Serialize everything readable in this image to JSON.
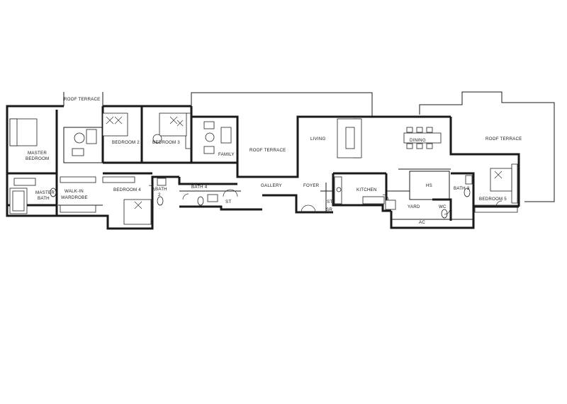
{
  "rooms": {
    "roof_terrace_top": "ROOF TERRACE",
    "roof_terrace_mid": "ROOF TERRACE",
    "roof_terrace_right": "ROOF TERRACE",
    "master_bedroom_1": "MASTER",
    "master_bedroom_2": "BEDROOM",
    "bedroom_2": "BEDROOM 2",
    "bedroom_3": "BEDROOM 3",
    "family": "FAMILY",
    "living": "LIVING",
    "dining": "DINING",
    "master_bath_1": "MASTER",
    "master_bath_2": "BATH",
    "walk_in_1": "WALK-IN",
    "walk_in_2": "WARDROBE",
    "bedroom_4": "BEDROOM 4",
    "bath_2_1": "BATH",
    "bath_2_2": "2",
    "bath_4": "BATH 4",
    "st_left": "ST",
    "gallery": "GALLERY",
    "foyer": "FOYER",
    "st_right": "ST",
    "sr": "SR",
    "kitchen": "KITCHEN",
    "hs": "HS",
    "bath_3": "BATH 3",
    "yard": "YARD",
    "wc": "WC",
    "bedroom_5": "BEDROOM 5",
    "ac": "AC"
  }
}
